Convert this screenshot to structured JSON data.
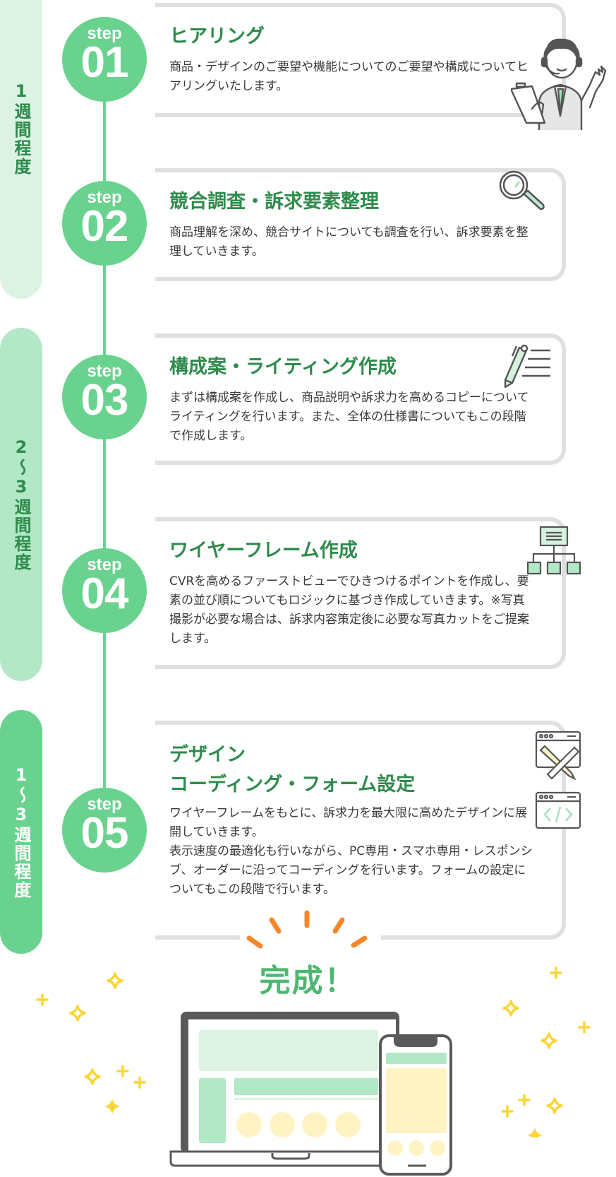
{
  "timeline": {
    "durations": [
      {
        "label": "1週間程度"
      },
      {
        "label": "2〜3週間程度"
      },
      {
        "label": "1〜3週間程度"
      }
    ],
    "step_word": "step"
  },
  "steps": [
    {
      "num": "01",
      "title": "ヒアリング",
      "description": "商品・デザインのご要望や機能についてのご要望や構成についてヒアリングいたします。",
      "icon": "operator-person-icon"
    },
    {
      "num": "02",
      "title": "競合調査・訴求要素整理",
      "description": "商品理解を深め、競合サイトについても調査を行い、訴求要素を整理していきます。",
      "icon": "magnifier-icon"
    },
    {
      "num": "03",
      "title": "構成案・ライティング作成",
      "description": "まずは構成案を作成し、商品説明や訴求力を高めるコピーについてライティングを行います。また、全体の仕様書についてもこの段階で作成します。",
      "icon": "pen-writing-icon"
    },
    {
      "num": "04",
      "title": "ワイヤーフレーム作成",
      "description": "CVRを高めるファーストビューでひきつけるポイントを作成し、要素の並び順についてもロジックに基づき作成していきます。※写真撮影が必要な場合は、訴求内容策定後に必要な写真カットをご提案します。",
      "icon": "sitemap-icon"
    },
    {
      "num": "05",
      "title_line1": "デザイン",
      "title_line2": "コーディング・フォーム設定",
      "description_1": "ワイヤーフレームをもとに、訴求力を最大限に高めたデザインに展開していきます。",
      "description_2": "表示速度の最適化も行いながら、PC専用・スマホ専用・レスポンシブ、オーダーに沿ってコーディングを行います。フォームの設定についてもこの段階で行います。",
      "icons": [
        "design-tools-window-icon",
        "code-window-icon"
      ]
    }
  ],
  "completion": {
    "label": "完成！"
  },
  "colors": {
    "accent_green": "#6ad28f",
    "title_green": "#2e8b4c",
    "burst_orange": "#f5872a",
    "sparkle_yellow": "#fcd535",
    "border_gray": "#e0e0e0"
  }
}
